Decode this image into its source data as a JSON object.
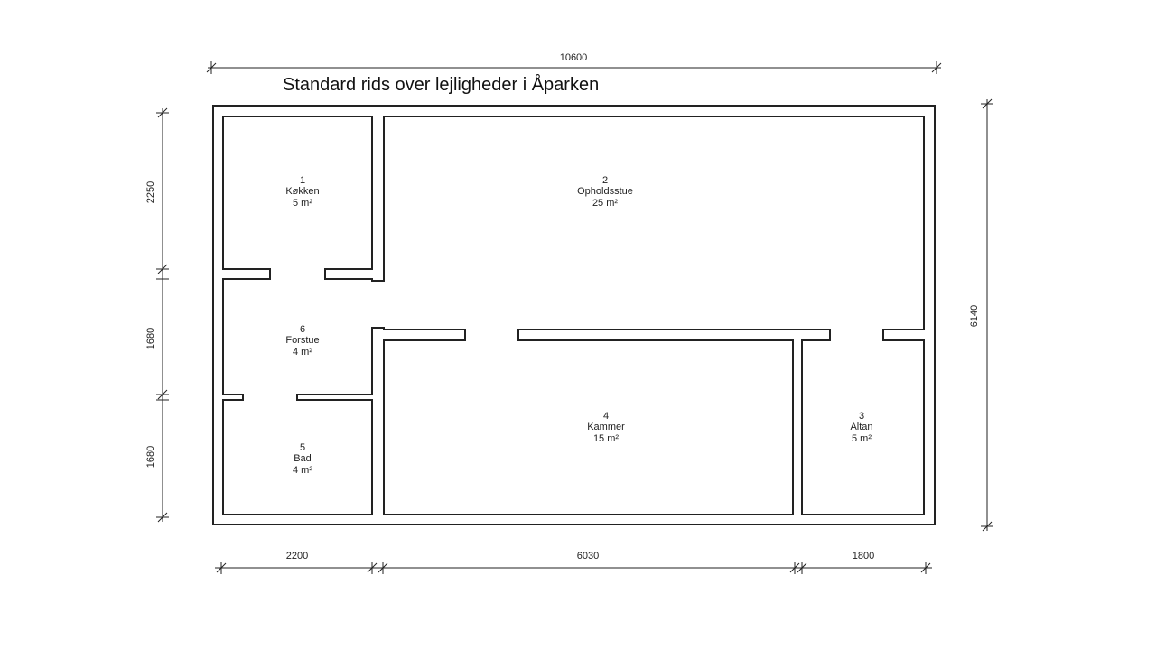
{
  "title": "Standard rids over lejligheder i Åparken",
  "dimensions": {
    "top_total": "10600",
    "right_total": "6140",
    "left": [
      "2250",
      "1680",
      "1680"
    ],
    "bottom": [
      "2200",
      "6030",
      "1800"
    ]
  },
  "rooms": [
    {
      "number": "1",
      "name": "Køkken",
      "area": "5 m²"
    },
    {
      "number": "2",
      "name": "Opholdsstue",
      "area": "25 m²"
    },
    {
      "number": "3",
      "name": "Altan",
      "area": "5 m²"
    },
    {
      "number": "4",
      "name": "Kammer",
      "area": "15 m²"
    },
    {
      "number": "5",
      "name": "Bad",
      "area": "4 m²"
    },
    {
      "number": "6",
      "name": "Forstue",
      "area": "4 m²"
    }
  ]
}
